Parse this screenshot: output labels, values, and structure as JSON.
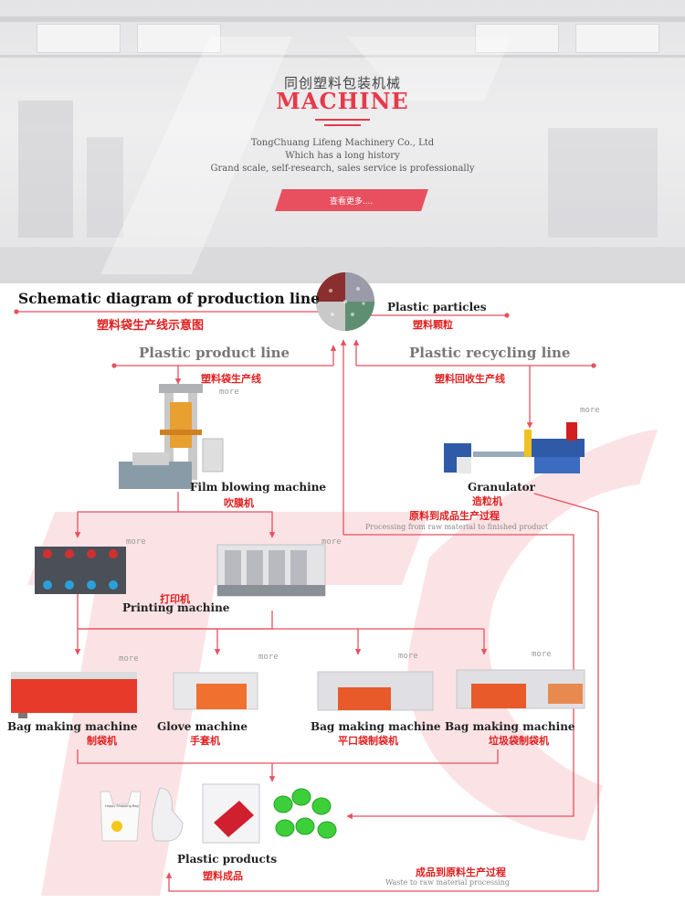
{
  "hero": {
    "company_cn": "同创塑料包装机械",
    "headline": "MACHINE",
    "company_en": "TongChuang Lifeng Machinery Co., Ltd",
    "history": "Which has a long history",
    "tagline": "Grand scale, self-research, sales service is professionally",
    "view_more": "查看更多...."
  },
  "schematic": {
    "title_en": "Schematic diagram of production line",
    "title_cn": "塑料袋生产线示意图"
  },
  "particles": {
    "en": "Plastic particles",
    "cn": "塑料颗粒"
  },
  "product_line": {
    "en": "Plastic product line",
    "cn": "塑料袋生产线"
  },
  "recycling_line": {
    "en": "Plastic recycling line",
    "cn": "塑料回收生产线"
  },
  "more_label": "more",
  "film_blowing": {
    "en": "Film blowing machine",
    "cn": "吹膜机"
  },
  "granulator": {
    "en": "Granulator",
    "cn": "造粒机"
  },
  "raw_to_finished": {
    "cn": "原料到成品生产过程",
    "en": "Processing from raw material to finished product"
  },
  "printing": {
    "cn": "打印机",
    "en": "Printing machine"
  },
  "bag_machines": [
    {
      "en": "Bag making machine",
      "cn": "制袋机"
    },
    {
      "en": "Glove machine",
      "cn": "手套机"
    },
    {
      "en": "Bag making machine",
      "cn": "平口袋制袋机"
    },
    {
      "en": "Bag making machine",
      "cn": "垃圾袋制袋机"
    }
  ],
  "products": {
    "en": "Plastic products",
    "cn": "塑料成品",
    "bag_text": "Happy Shopping Bag"
  },
  "waste_to_raw": {
    "cn": "成品到原料生产过程",
    "en": "Waste to raw material processing"
  },
  "colors": {
    "accent": "#e02020",
    "line": "#e85060",
    "watermark": "#fbe3e5"
  }
}
